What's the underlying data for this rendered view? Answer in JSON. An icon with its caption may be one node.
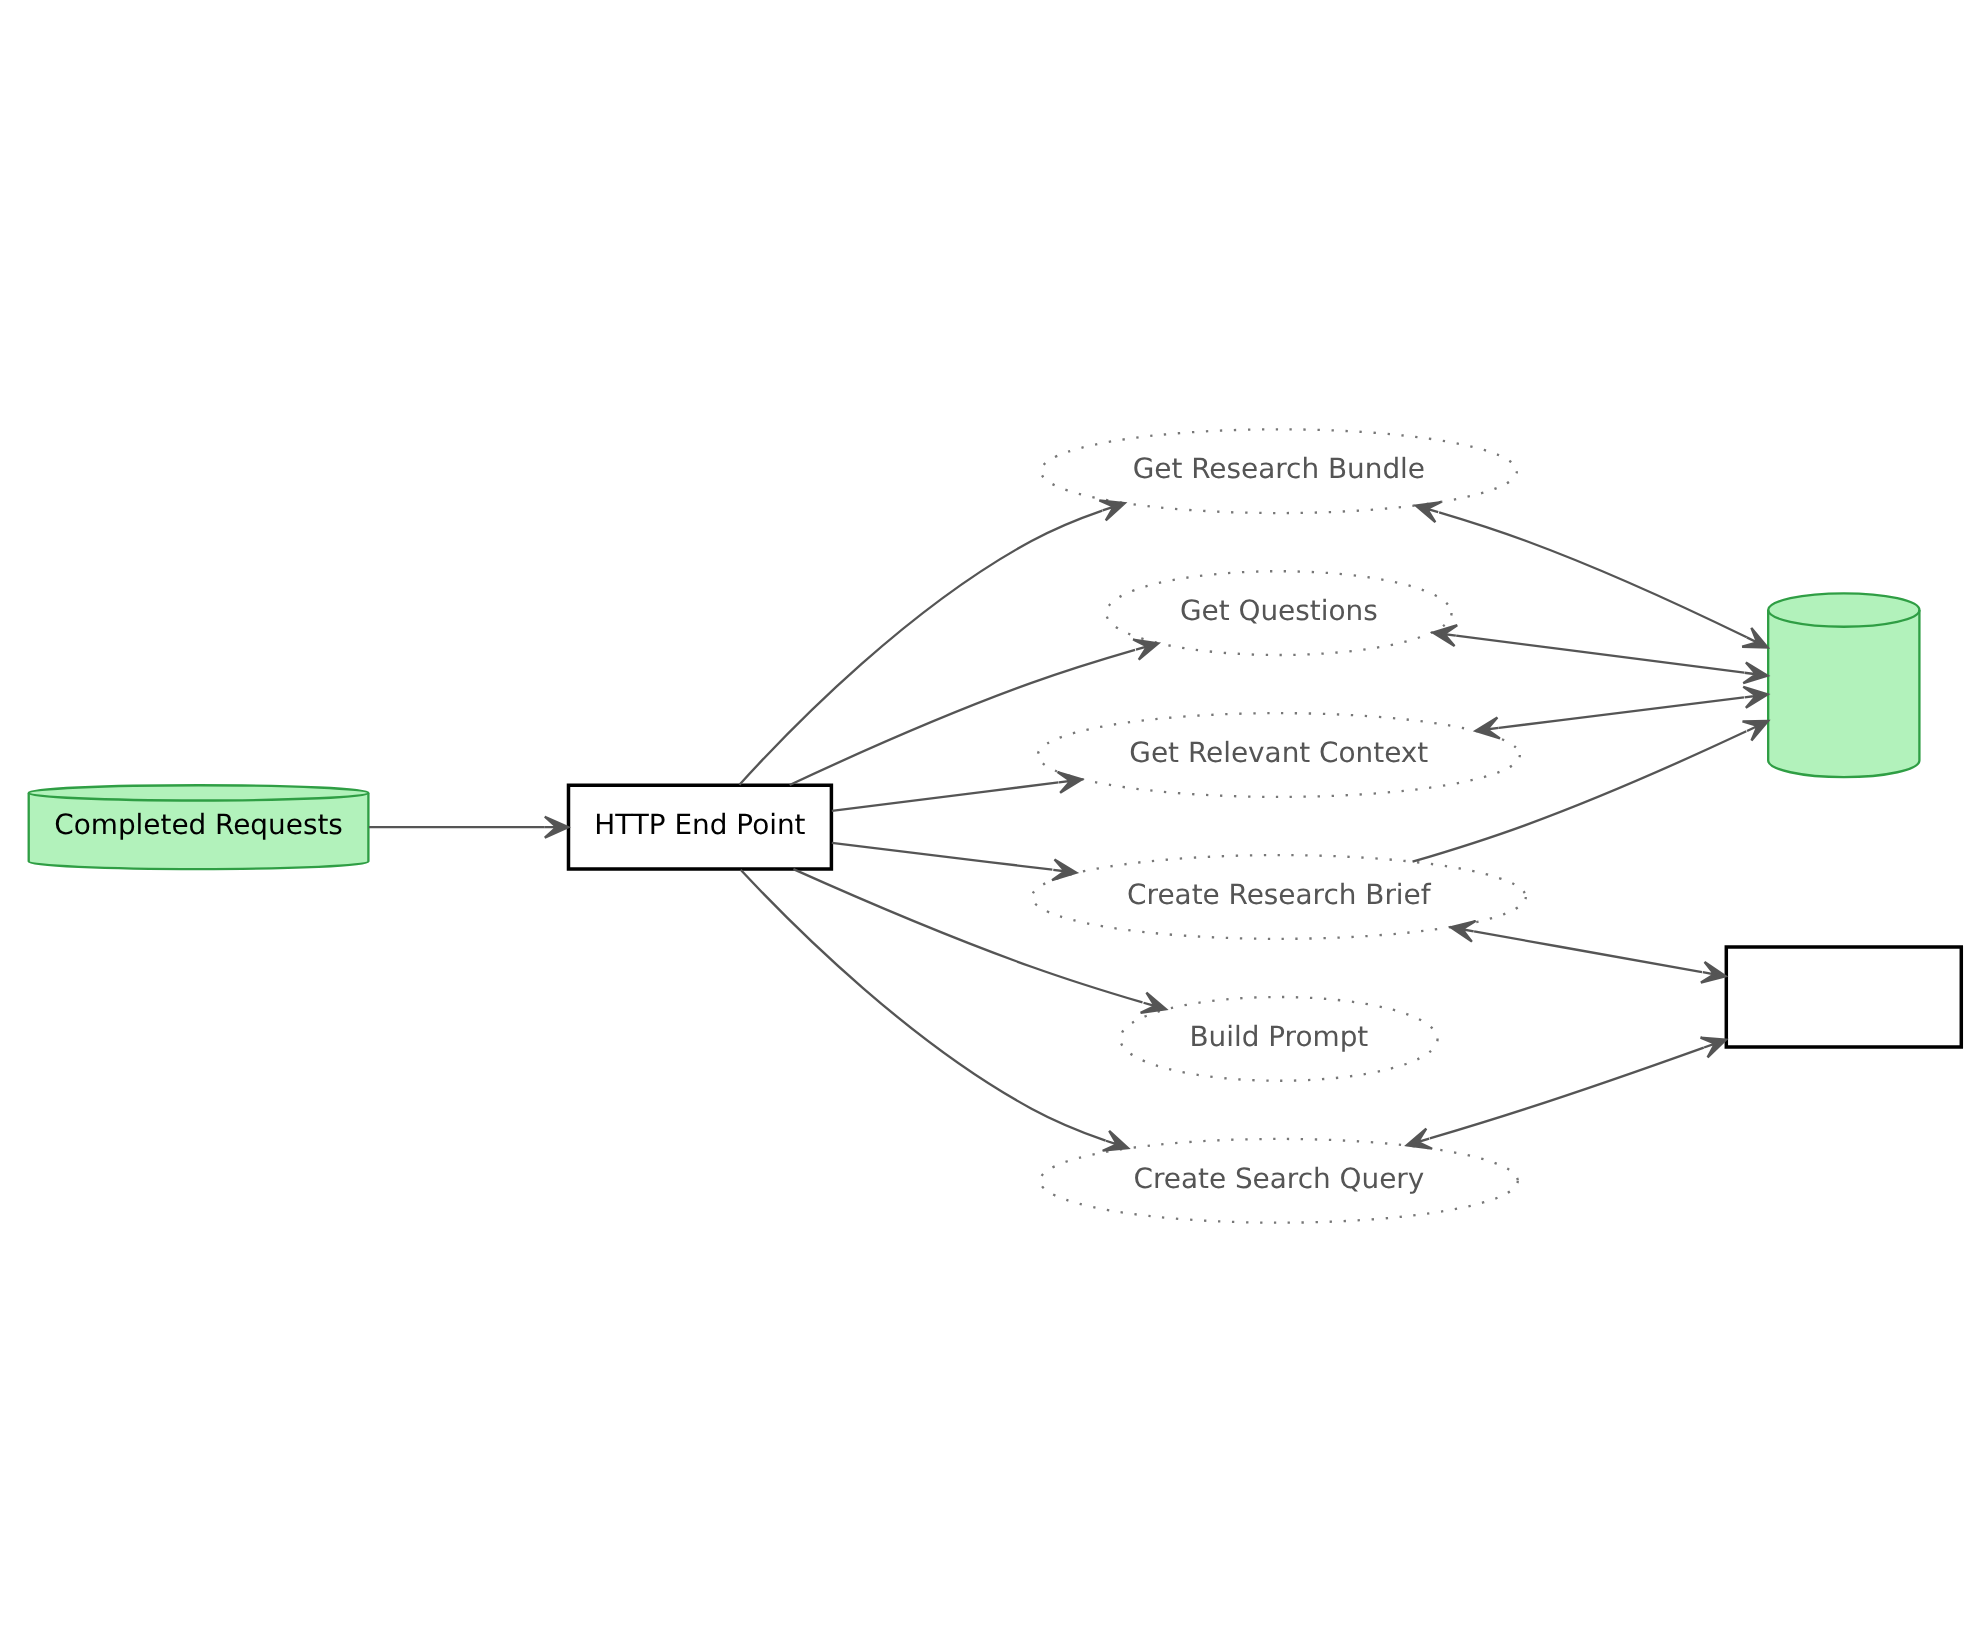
{
  "diagram": {
    "nodes": [
      {
        "text": [
          "Completed Requests"
        ]
      },
      {
        "text": [
          "HTTP End Point"
        ]
      },
      {
        "text": [
          "Get Research Bundle"
        ]
      },
      {
        "text": [
          "Get Questions"
        ]
      },
      {
        "text": [
          "Create Search Query"
        ]
      },
      {
        "text": [
          "Get Relevant Context"
        ]
      },
      {
        "text": [
          "Build Prompt"
        ]
      },
      {
        "text": [
          "Create Research Brief"
        ]
      },
      {
        "text": [],
        "shape": "cylinder"
      },
      {
        "text": [],
        "shape": "box"
      }
    ],
    "edges": [
      {
        "from": 0,
        "to": 1,
        "arrow": "to"
      },
      {
        "from": 1,
        "to": 2,
        "arrow": "to"
      },
      {
        "from": 1,
        "to": 3,
        "arrow": "to"
      },
      {
        "from": 1,
        "to": 4,
        "arrow": "to"
      },
      {
        "from": 1,
        "to": 5,
        "arrow": "to"
      },
      {
        "from": 1,
        "to": 6,
        "arrow": "to"
      },
      {
        "from": 1,
        "to": 7,
        "arrow": "to"
      },
      {
        "from": 2,
        "to": 8,
        "arrow": "both"
      },
      {
        "from": 3,
        "to": 8,
        "arrow": "both"
      },
      {
        "from": 4,
        "to": 9,
        "arrow": "both"
      },
      {
        "from": 5,
        "to": 8,
        "arrow": "both"
      },
      {
        "from": 7,
        "to": 9,
        "arrow": "both"
      },
      {
        "from": 7,
        "to": 8,
        "arrow": "to"
      }
    ]
  }
}
